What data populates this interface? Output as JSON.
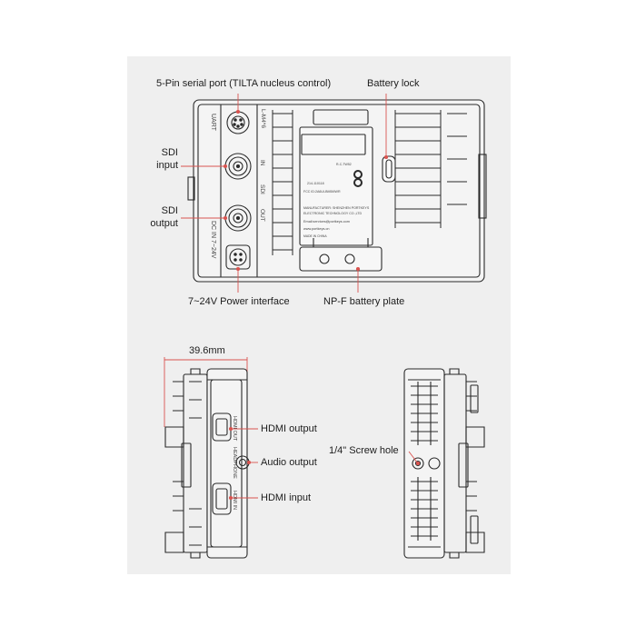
{
  "callouts": {
    "serial_port": "5-Pin serial port (TILTA nucleus control)",
    "battery_lock": "Battery lock",
    "sdi_input_1": "SDI",
    "sdi_input_2": "input",
    "sdi_output_1": "SDI",
    "sdi_output_2": "output",
    "power": "7~24V Power interface",
    "npf_plate": "NP-F battery plate",
    "dimension": "39.6mm",
    "hdmi_output": "HDMI output",
    "audio_output": "Audio output",
    "hdmi_input": "HDMI input",
    "screw_hole": "1/4\" Screw hole"
  },
  "device_markings": {
    "uart": "UART",
    "port_spec": "L-M4*6",
    "sdi_in": "IN",
    "sdi": "SDI",
    "sdi_out": "OUT",
    "dc_in": "DC IN 7~24V",
    "hdmi_out_mark": "HDMI OUT",
    "headphone_mark": "HEADPHONE",
    "hdmi_in_mark": "HDMI IN",
    "label_line1": "MANUFACTURER: SHENZHEN PORTKEYS",
    "label_line2": "ELECTRONIC TECHNOLOGY CO.,LTD",
    "label_line3": "Email:services@portkeys.com",
    "label_line4": "www.portkeys.cn",
    "label_line5": "MADE IN CHINA",
    "fcc_id": "FCC ID:2A6UI-BM5IIIWR",
    "cert_code": "214-110118",
    "r_code": "R-C-TW52"
  },
  "colors": {
    "panel": "#efefef",
    "line": "#2a2a2a",
    "callout": "#d9534f"
  }
}
